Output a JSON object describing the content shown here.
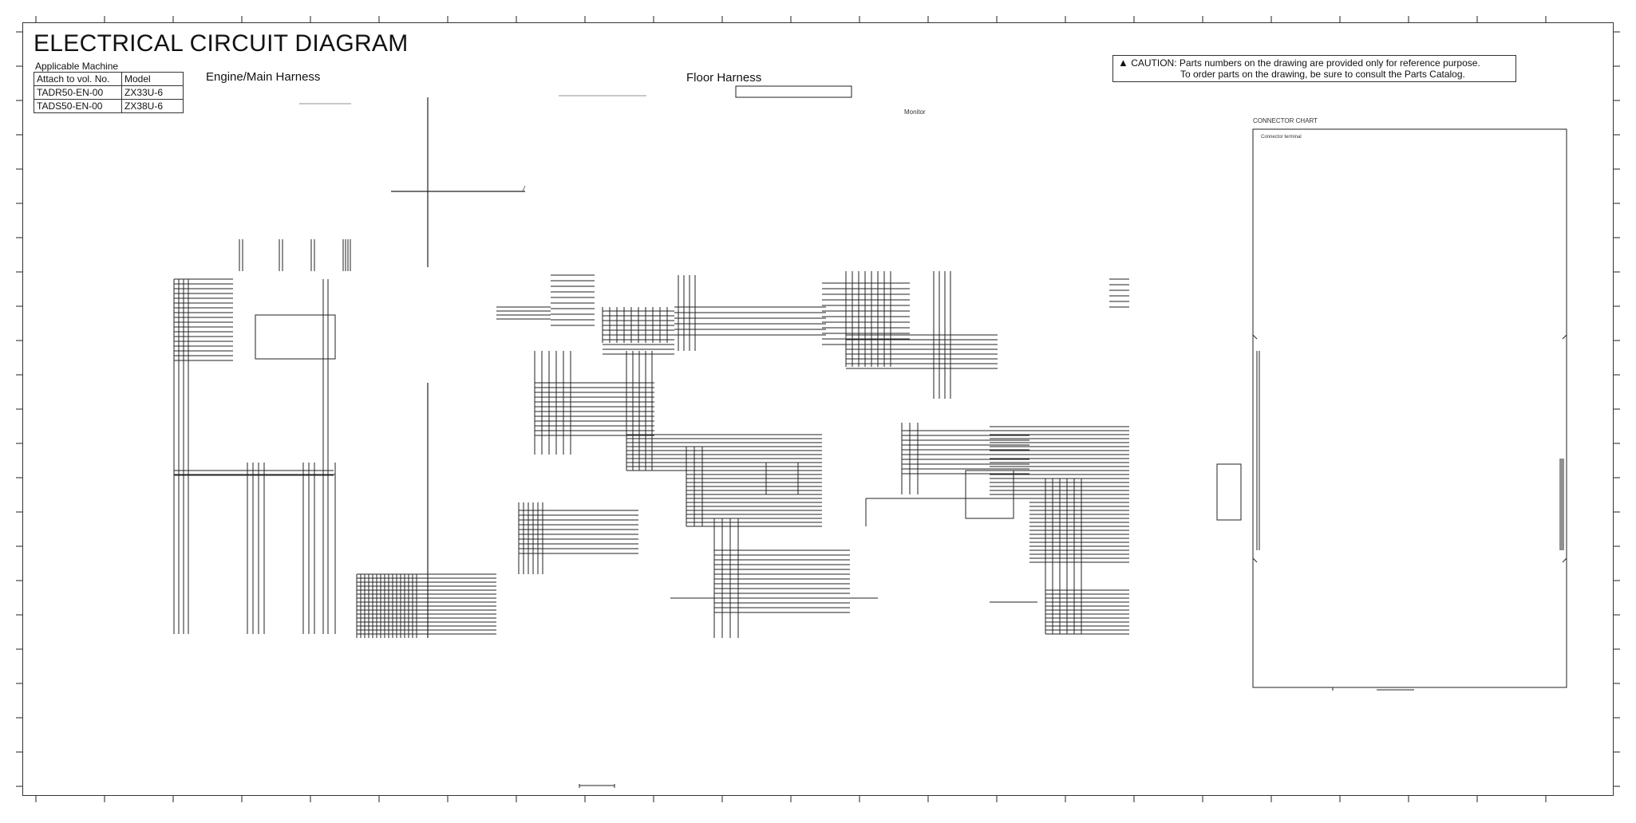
{
  "title": "ELECTRICAL CIRCUIT DIAGRAM",
  "applicable_machine": {
    "label": "Applicable Machine",
    "headers": [
      "Attach to vol. No.",
      "Model"
    ],
    "rows": [
      [
        "TADR50-EN-00",
        "ZX33U-6"
      ],
      [
        "TADS50-EN-00",
        "ZX38U-6"
      ]
    ]
  },
  "sections": {
    "engine": "Engine/Main Harness",
    "floor": "Floor Harness",
    "monitor": "Monitor",
    "connector_chart": "CONNECTOR CHART",
    "connector_terminal": "Connector terminal"
  },
  "caution": {
    "icon": "warning-triangle-icon",
    "line1": "CAUTION: Parts numbers on the drawing are provided only for reference purpose.",
    "line2": "To order parts on the drawing, be sure to consult the Parts Catalog."
  },
  "colors": {
    "line": "#222222",
    "frame": "#333333",
    "background": "#ffffff"
  }
}
